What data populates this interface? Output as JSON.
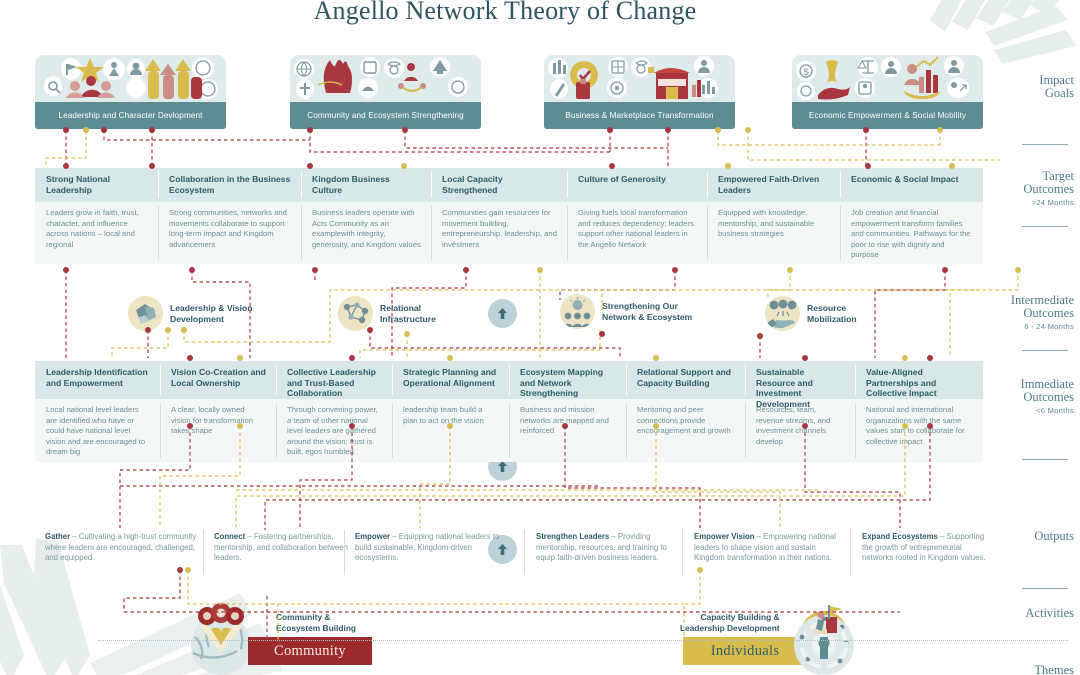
{
  "title": "Angello Network Theory of Change",
  "colors": {
    "teal_dark": "#2f5b66",
    "teal_bar": "#5d8c92",
    "teal_head": "#d8e7e7",
    "body_bg": "#f3f8f7",
    "red": "#a8373f",
    "gold": "#d9bd52",
    "community_pill": "#9e2b2b",
    "individuals_pill": "#d8bd4e"
  },
  "rail": [
    {
      "label": "Impact\nGoals",
      "line1": "Impact",
      "line2": "Goals",
      "sub": ""
    },
    {
      "label": "Target Outcomes",
      "line1": "Target",
      "line2": "Outcomes",
      "sub": ">24 Months"
    },
    {
      "label": "Intermediate Outcomes",
      "line1": "Intermediate",
      "line2": "Outcomes",
      "sub": "6 - 24 Months"
    },
    {
      "label": "Immediate Outcomes",
      "line1": "Immediate",
      "line2": "Outcomes",
      "sub": "<6 Months"
    },
    {
      "label": "Outputs",
      "line1": "Outputs",
      "line2": "",
      "sub": ""
    },
    {
      "label": "Activities",
      "line1": "Activities",
      "line2": "",
      "sub": ""
    },
    {
      "label": "Themes",
      "line1": "Themes",
      "line2": "",
      "sub": ""
    }
  ],
  "impact_goals": [
    {
      "label": "Leadership and Character Devlopment",
      "icon": "leadership-icons"
    },
    {
      "label": "Community and Ecosystem Strengthening",
      "icon": "community-icons"
    },
    {
      "label": "Business & Marketplace Transformation",
      "icon": "business-icons"
    },
    {
      "label": "Economic Empowerment & Social Mobility",
      "icon": "economic-icons"
    }
  ],
  "target_outcomes": [
    {
      "title": "Strong National Leadership",
      "body": "Leaders grow in faith, trust, character, and influence across nations – local and regional"
    },
    {
      "title": "Collaboration in the Business Ecosystem",
      "body": "Strong communities, networks and movements collaborate to support long-term impact and Kingdom advancement"
    },
    {
      "title": "Kingdom Business Culture",
      "body": "Business leaders operate with Acts Community as an examplewith integrity, generosity, and Kingdom values"
    },
    {
      "title": "Local Capacity Strengthened",
      "body": "Communities gain resources for movement building, entrepreneurship, leadership, and investment"
    },
    {
      "title": "Culture of Generosity",
      "body": "Giving fuels local transformation and reduces dependency; leaders support other national leaders in the Angello Network"
    },
    {
      "title": "Empowered Faith-Driven Leaders",
      "body": "Equipped with knowledge, mentorship, and sustainable business strategies"
    },
    {
      "title": "Economic & Social Impact",
      "body": "Job creation and financial empowerment transform families and communities. Pathways for the poor to rise with dignity and purpose"
    }
  ],
  "intermediate_outcomes": [
    {
      "label": "Leadership & Vision Development",
      "icon": "handshake-puzzle-icon"
    },
    {
      "label": "Relational Infrastructure",
      "icon": "network-nodes-icon"
    },
    {
      "label": "Strengthening Our Network & Ecosystem",
      "icon": "people-idea-icon"
    },
    {
      "label": "Resource Mobilization",
      "icon": "hand-coins-icon"
    }
  ],
  "immediate_outcomes": [
    {
      "title": "Leadership Identification and Empowerment",
      "body": "Local national level leaders are identified who have or could have national level vision and are encouraged to dream big"
    },
    {
      "title": "Vision Co-Creation and Local Ownership",
      "body": "A clear, locally owned vision for transformation takes shape"
    },
    {
      "title": "Collective Leadership and Trust-Based Collaboration",
      "body": "Through convening power, a team of other national level leaders are gathered around the vision; trust is built, egos humbled."
    },
    {
      "title": "Strategic Planning and Operational Alignment",
      "body": "leadership team build a plan to act on the vision"
    },
    {
      "title": "Ecosystem Mapping and Network Strengthening",
      "body": "Business and mission networks are mapped and reinforced"
    },
    {
      "title": "Relational Support and Capacity Building",
      "body": "Mentoring and peer connections provide encouragement and growth"
    },
    {
      "title": "Sustainable Resource and Investment Development",
      "body": "Resources, team, revenue streams, and investment channels develop"
    },
    {
      "title": "Value-Aligned Partnerships and Collective Impact",
      "body": "National and international organizations with the same values start to collaborate for collective impact"
    }
  ],
  "outputs": [
    {
      "lead": "Gather",
      "text": " – Cultivating a high-trust community where leaders are encouraged, challenged, and equipped"
    },
    {
      "lead": "Connect",
      "text": " – Fostering partnerships, mentorship, and collaboration between leaders."
    },
    {
      "lead": "Empower",
      "text": " – Equipping national leaders to build sustainable, Kingdom-driven ecosystems."
    },
    {
      "lead": "Strengthen Leaders",
      "text": " – Providing mentorship, resources, and training to equip faith-driven business leaders."
    },
    {
      "lead": "Empower Vision",
      "text": " – Empowering national leaders to shape vision and sustain Kingdom transformation in their nations."
    },
    {
      "lead": "Expand Ecosystems",
      "text": " – Supporting the growth of entrepreneurial networks rooted in Kingdom values."
    }
  ],
  "activities": [
    {
      "label_line1": "Community &",
      "label_line2": "Ecosystem Building",
      "theme": "Community",
      "icon": "community-globe-heart-icon"
    },
    {
      "label_line1": "Capacity Building &",
      "label_line2": "Leadership Development",
      "theme": "Individuals",
      "icon": "gear-wrench-person-icon"
    }
  ]
}
